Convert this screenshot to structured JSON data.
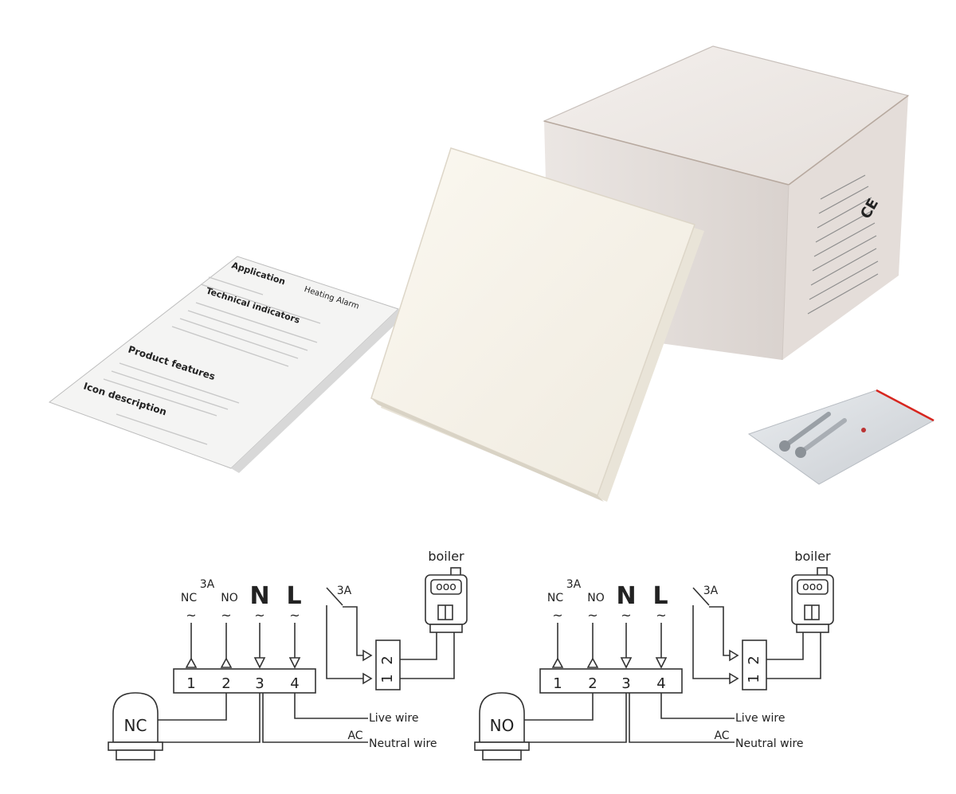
{
  "photo": {
    "instructions_sheet": {
      "lines": [
        "Application",
        "Heating  Alarm",
        "Technical indicators",
        "Product features",
        "Icon description"
      ]
    },
    "box_label": {
      "mark": "CE"
    }
  },
  "diagrams": [
    {
      "terminal_labels": [
        "NC",
        "NO",
        "N",
        "L"
      ],
      "current_rating": "3A",
      "terminals": [
        "1",
        "2",
        "3",
        "4"
      ],
      "relay_terminals": [
        "2",
        "1"
      ],
      "relay_rating": "3A",
      "boiler_label": "boiler",
      "boiler_display": "ooo",
      "valve_label": "NC",
      "live_wire_label": "Live wire",
      "ac_label": "AC",
      "neutral_wire_label": "Neutral wire",
      "tilde": "~"
    },
    {
      "terminal_labels": [
        "NC",
        "NO",
        "N",
        "L"
      ],
      "current_rating": "3A",
      "terminals": [
        "1",
        "2",
        "3",
        "4"
      ],
      "relay_terminals": [
        "2",
        "1"
      ],
      "relay_rating": "3A",
      "boiler_label": "boiler",
      "boiler_display": "ooo",
      "valve_label": "NO",
      "live_wire_label": "Live wire",
      "ac_label": "AC",
      "neutral_wire_label": "Neutral wire",
      "tilde": "~"
    }
  ]
}
